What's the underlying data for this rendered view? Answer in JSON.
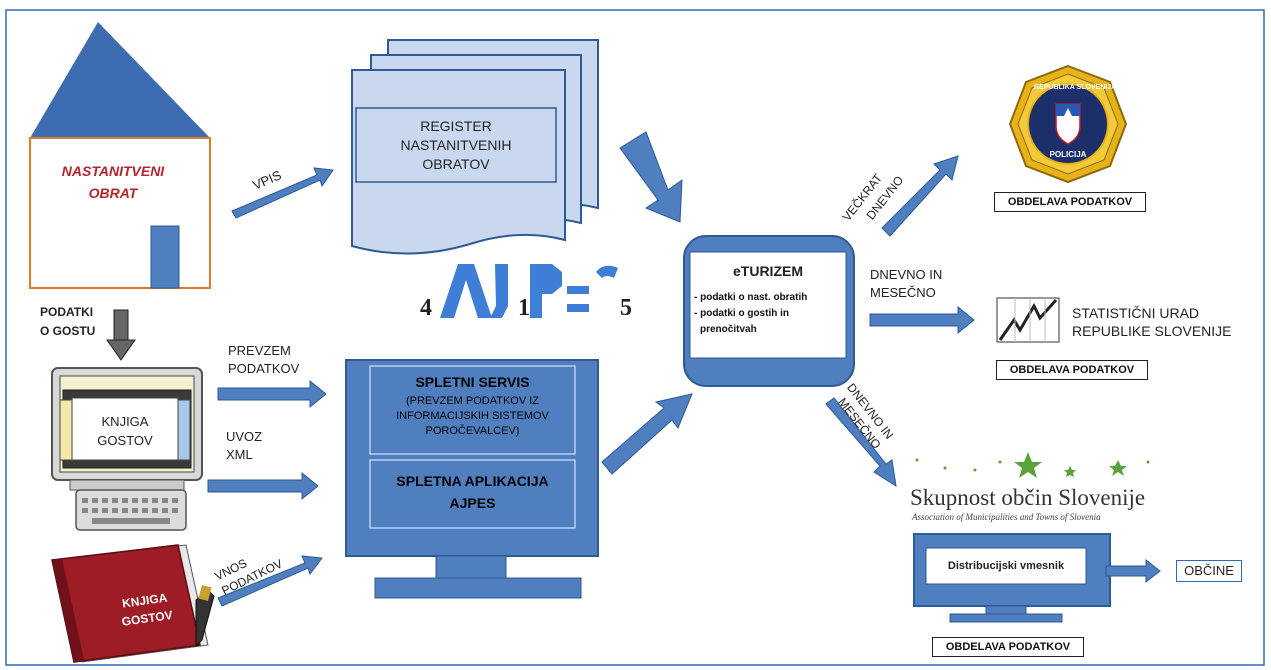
{
  "house": {
    "label_line1": "NASTANITVENI",
    "label_line2": "OBRAT"
  },
  "flows": {
    "vpis": "VPIS",
    "podatki_o_gostu_1": "PODATKI",
    "podatki_o_gostu_2": "O GOSTU",
    "prevzem_1": "PREVZEM",
    "prevzem_2": "PODATKOV",
    "uvoz_1": "UVOZ",
    "uvoz_2": "XML",
    "vnos_1": "VNOS",
    "vnos_2": "PODATKOV",
    "veckrat_1": "VEČKRAT",
    "veckrat_2": "DNEVNO",
    "dnevno_mesecno_1": "DNEVNO IN",
    "dnevno_mesecno_2": "MESEČNO",
    "dnevno_mesecno_rot_1": "DNEVNO IN",
    "dnevno_mesecno_rot_2": "MESEČNO"
  },
  "register": {
    "line1": "REGISTER",
    "line2": "NASTANITVENIH",
    "line3": "OBRATOV"
  },
  "logo": {
    "n4": "4",
    "n1": "1",
    "n5": "5"
  },
  "monitor_left": {
    "line1": "KNJIGA",
    "line2": "GOSTOV"
  },
  "book": {
    "line1": "KNJIGA",
    "line2": "GOSTOV"
  },
  "ajpes_screen": {
    "title1": "SPLETNI SERVIS",
    "sub1": "(PREVZEM PODATKOV IZ",
    "sub2": "INFORMACIJSKIH SISTEMOV",
    "sub3": "POROČEVALCEV)",
    "title2_1": "SPLETNA APLIKACIJA",
    "title2_2": "AJPES"
  },
  "eturizem": {
    "title": "eTURIZEM",
    "item1": "- podatki o nast. obratih",
    "item2": "- podatki o gostih in",
    "item3": "prenočitvah"
  },
  "outputs": {
    "obdelava_1": "OBDELAVA PODATKOV",
    "obdelava_2": "OBDELAVA PODATKOV",
    "obdelava_3": "OBDELAVA PODATKOV",
    "stat_1": "STATISTIČNI URAD",
    "stat_2": "REPUBLIKE SLOVENIJE",
    "police_1": "REPUBLIKA SLOVENIJA",
    "police_2": "POLICIJA",
    "skupnost_title": "Skupnost občin Slovenije",
    "skupnost_sub": "Association of Municipalities and Towns of Slovenia",
    "distributor": "Distribucijski vmesnik",
    "obcine": "OBČINE"
  },
  "colors": {
    "blue": "#4f7fbf",
    "blue_dark": "#2e5a96",
    "house_roof": "#3e6cb0",
    "house_wall": "#e07a2b",
    "police_gold": "#e8b21a",
    "police_navy": "#1d2f6a",
    "book_red": "#9e1c25",
    "green_star": "#5aa33c"
  }
}
